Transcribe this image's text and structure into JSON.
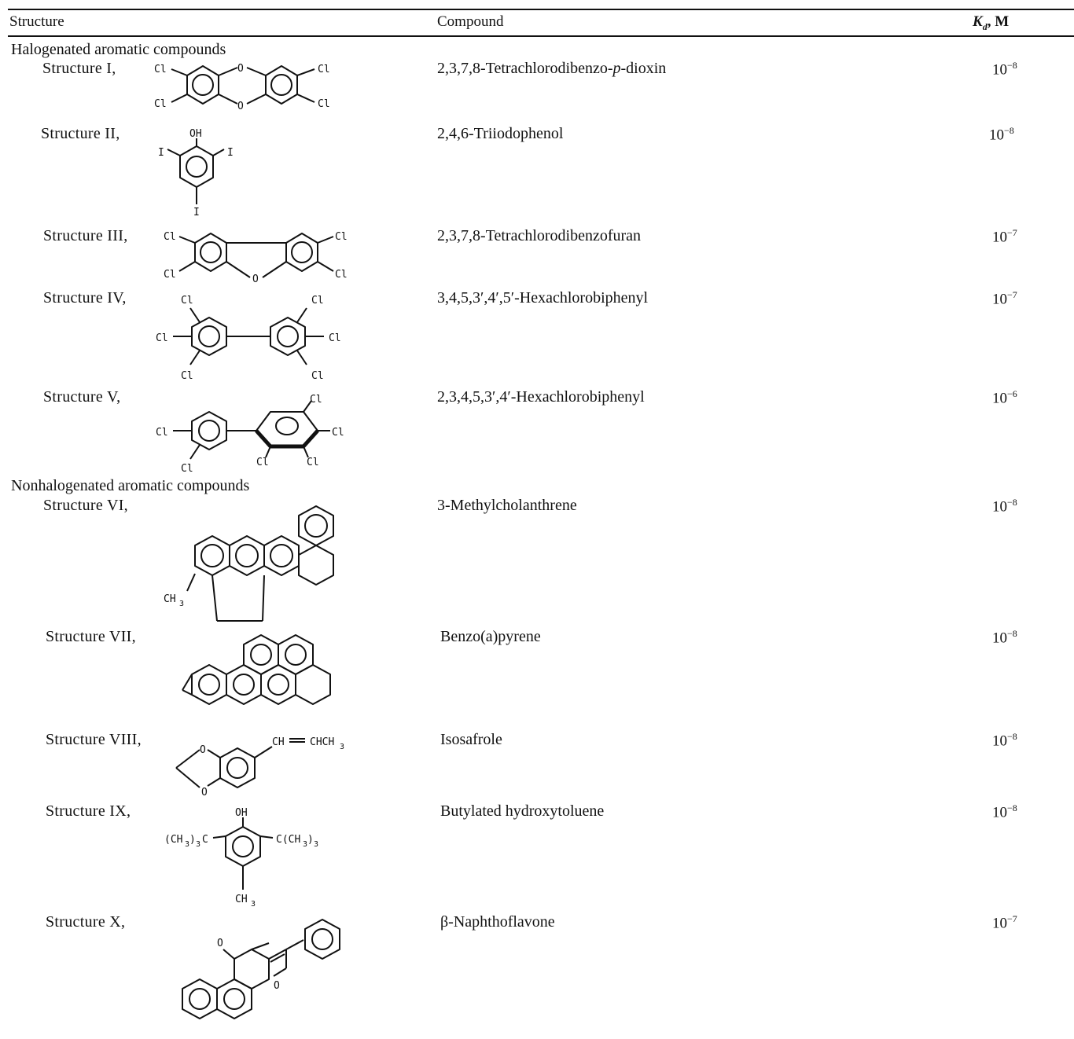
{
  "table": {
    "headers": {
      "structure": "Structure",
      "compound": "Compound",
      "kd": "K",
      "kd_sub": "d",
      "kd_unit": ", M"
    },
    "sections": [
      {
        "title": "Halogenated aromatic compounds"
      },
      {
        "title": "Nonhalogenated aromatic compounds"
      }
    ],
    "rows": [
      {
        "label": "Structure I,",
        "compound_pre": "2,3,7,8-Tetrachlorodibenzo-",
        "compound_italic": "p",
        "compound_post": "-dioxin",
        "kd_base": "10",
        "kd_exp": "−8"
      },
      {
        "label": "Structure II,",
        "compound": "2,4,6-Triiodophenol",
        "kd_base": "10",
        "kd_exp": "−8"
      },
      {
        "label": "Structure III,",
        "compound": "2,3,7,8-Tetrachlorodibenzofuran",
        "kd_base": "10",
        "kd_exp": "−7"
      },
      {
        "label": "Structure IV,",
        "compound": "3,4,5,3′,4′,5′-Hexachlorobiphenyl",
        "kd_base": "10",
        "kd_exp": "−7"
      },
      {
        "label": "Structure V,",
        "compound": "2,3,4,5,3′,4′-Hexachlorobiphenyl",
        "kd_base": "10",
        "kd_exp": "−6"
      },
      {
        "label": "Structure VI,",
        "compound": "3-Methylcholanthrene",
        "kd_base": "10",
        "kd_exp": "−8"
      },
      {
        "label": "Structure VII,",
        "compound": "Benzo(a)pyrene",
        "kd_base": "10",
        "kd_exp": "−8"
      },
      {
        "label": "Structure VIII,",
        "compound": "Isosafrole",
        "kd_base": "10",
        "kd_exp": "−8"
      },
      {
        "label": "Structure IX,",
        "compound": "Butylated hydroxytoluene",
        "kd_base": "10",
        "kd_exp": "−8"
      },
      {
        "label": "Structure X,",
        "compound": "β-Naphthoflavone",
        "kd_base": "10",
        "kd_exp": "−7"
      }
    ]
  },
  "atoms": {
    "cl": "Cl",
    "o": "O",
    "oh": "OH",
    "i": "I",
    "ch3": "CH",
    "sub3": "3",
    "ch_chch3": "CH",
    "chch3": "CHCH",
    "tbu_left": "(CH",
    "tbu_left_mid": ")",
    "tbu_left_end": "C",
    "tbu_right": "C(CH",
    "tbu_right_end": ")"
  }
}
